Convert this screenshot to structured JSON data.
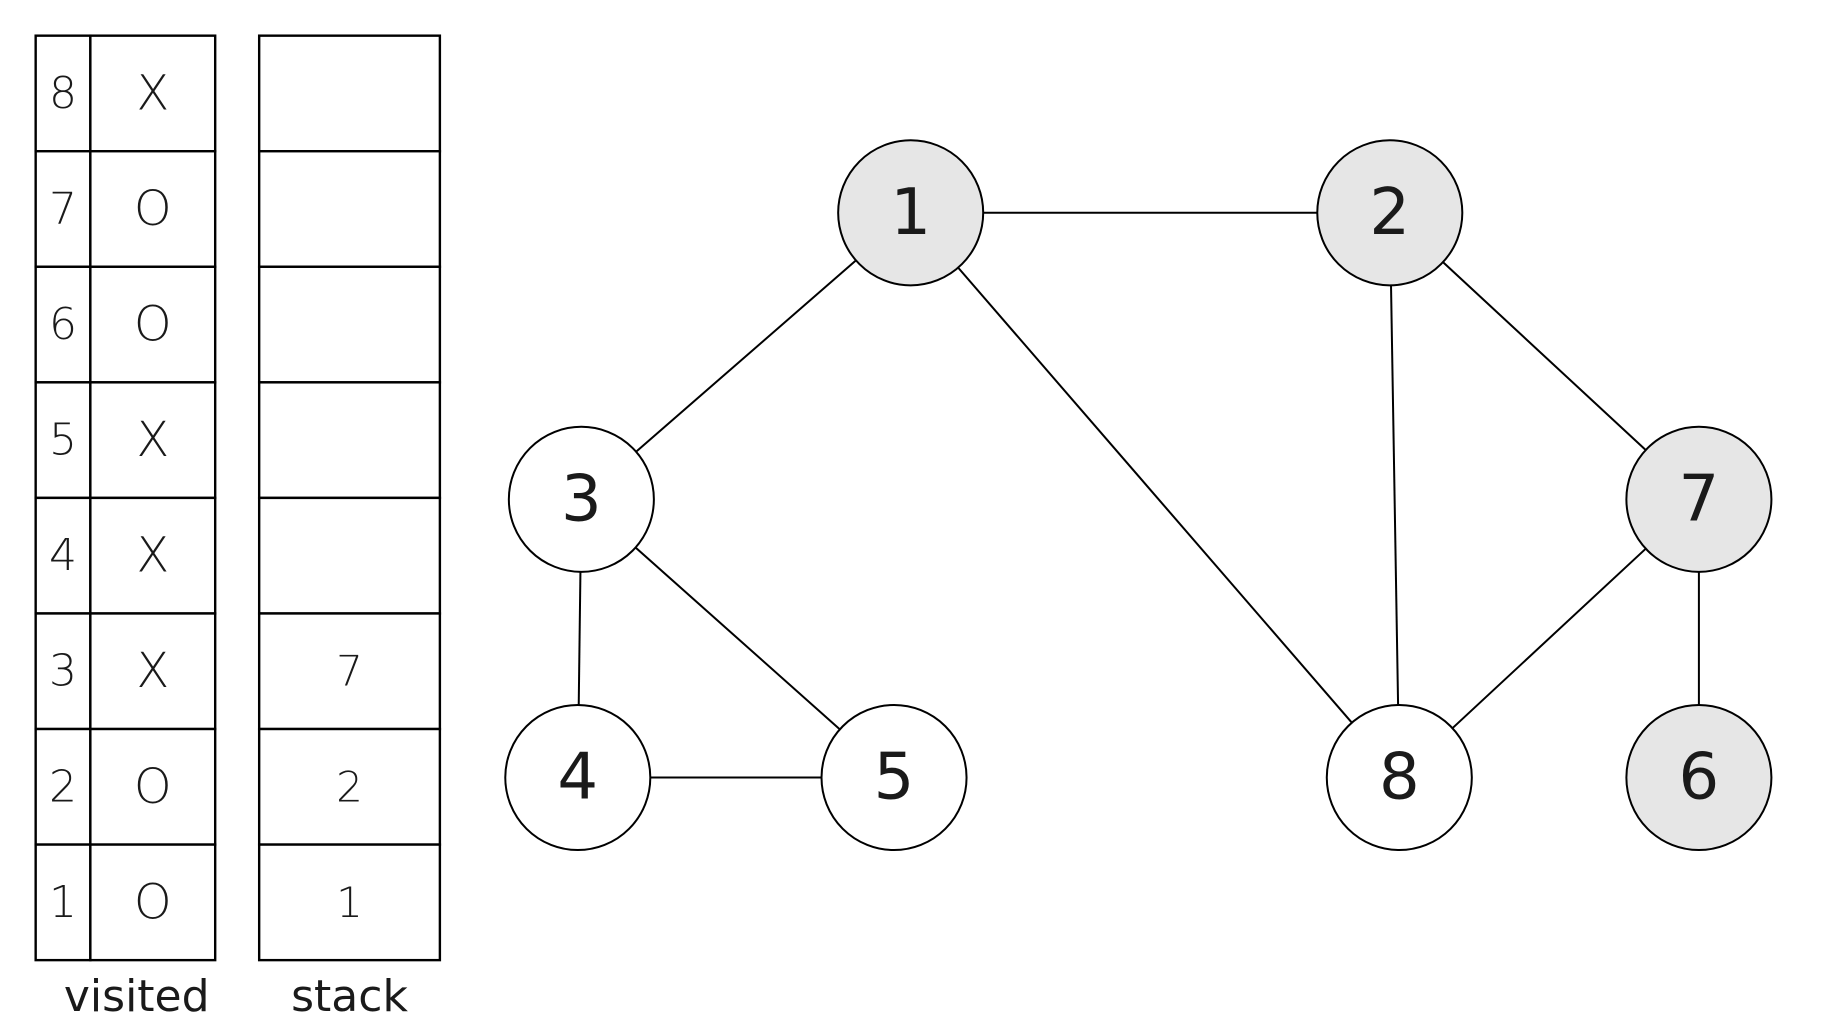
{
  "visited": {
    "caption": "visited",
    "rows": [
      {
        "node": "8",
        "mark": "X"
      },
      {
        "node": "7",
        "mark": "O"
      },
      {
        "node": "6",
        "mark": "O"
      },
      {
        "node": "5",
        "mark": "X"
      },
      {
        "node": "4",
        "mark": "X"
      },
      {
        "node": "3",
        "mark": "X"
      },
      {
        "node": "2",
        "mark": "O"
      },
      {
        "node": "1",
        "mark": "O"
      }
    ]
  },
  "stack": {
    "caption": "stack",
    "cells": [
      "",
      "",
      "",
      "",
      "",
      "7",
      "2",
      "1"
    ]
  },
  "graph": {
    "colors": {
      "highlighted_fill": "#e6e6e6",
      "default_fill": "#ffffff",
      "stroke": "#000000"
    },
    "nodes": [
      {
        "id": "1",
        "label": "1",
        "highlighted": true
      },
      {
        "id": "2",
        "label": "2",
        "highlighted": true
      },
      {
        "id": "3",
        "label": "3",
        "highlighted": false
      },
      {
        "id": "4",
        "label": "4",
        "highlighted": false
      },
      {
        "id": "5",
        "label": "5",
        "highlighted": false
      },
      {
        "id": "6",
        "label": "6",
        "highlighted": true
      },
      {
        "id": "7",
        "label": "7",
        "highlighted": true
      },
      {
        "id": "8",
        "label": "8",
        "highlighted": false
      }
    ],
    "edges": [
      [
        "1",
        "2"
      ],
      [
        "1",
        "3"
      ],
      [
        "1",
        "8"
      ],
      [
        "2",
        "8"
      ],
      [
        "2",
        "7"
      ],
      [
        "3",
        "4"
      ],
      [
        "3",
        "5"
      ],
      [
        "4",
        "5"
      ],
      [
        "7",
        "8"
      ],
      [
        "7",
        "6"
      ]
    ]
  }
}
